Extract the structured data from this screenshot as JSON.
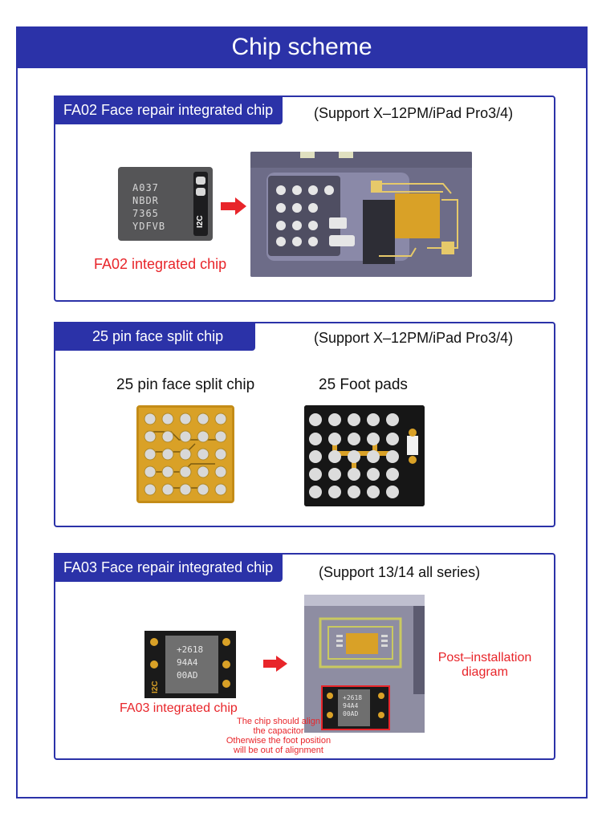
{
  "header": {
    "title": "Chip scheme"
  },
  "sections": [
    {
      "tab": "FA02 Face repair integrated chip",
      "support": "(Support X–12PM/iPad Pro3/4)",
      "chip_code": [
        "A037",
        "NBDR",
        "7365",
        "YDFVB"
      ],
      "chip_brand": "I2C",
      "label": "FA02 integrated chip"
    },
    {
      "tab": "25 pin face split chip",
      "support": "(Support X–12PM/iPad Pro3/4)",
      "left_label": "25 pin face split chip",
      "right_label": "25 Foot pads"
    },
    {
      "tab": "FA03 Face repair integrated chip",
      "support": "(Support 13/14 all series)",
      "chip_code": [
        "+2618",
        "94A4",
        "00AD"
      ],
      "chip_brand": "I2C",
      "label": "FA03  integrated chip",
      "post_label_1": "Post–installation",
      "post_label_2": "diagram",
      "note_1": "The chip should align",
      "note_2": "the capacitor",
      "note_3": "Otherwise the foot position",
      "note_4": "will be out of alignment"
    }
  ],
  "colors": {
    "brand_blue": "#2b32a8",
    "accent_red": "#e8252a",
    "gold": "#d9a127"
  },
  "icons": [
    "right-arrow-icon"
  ]
}
